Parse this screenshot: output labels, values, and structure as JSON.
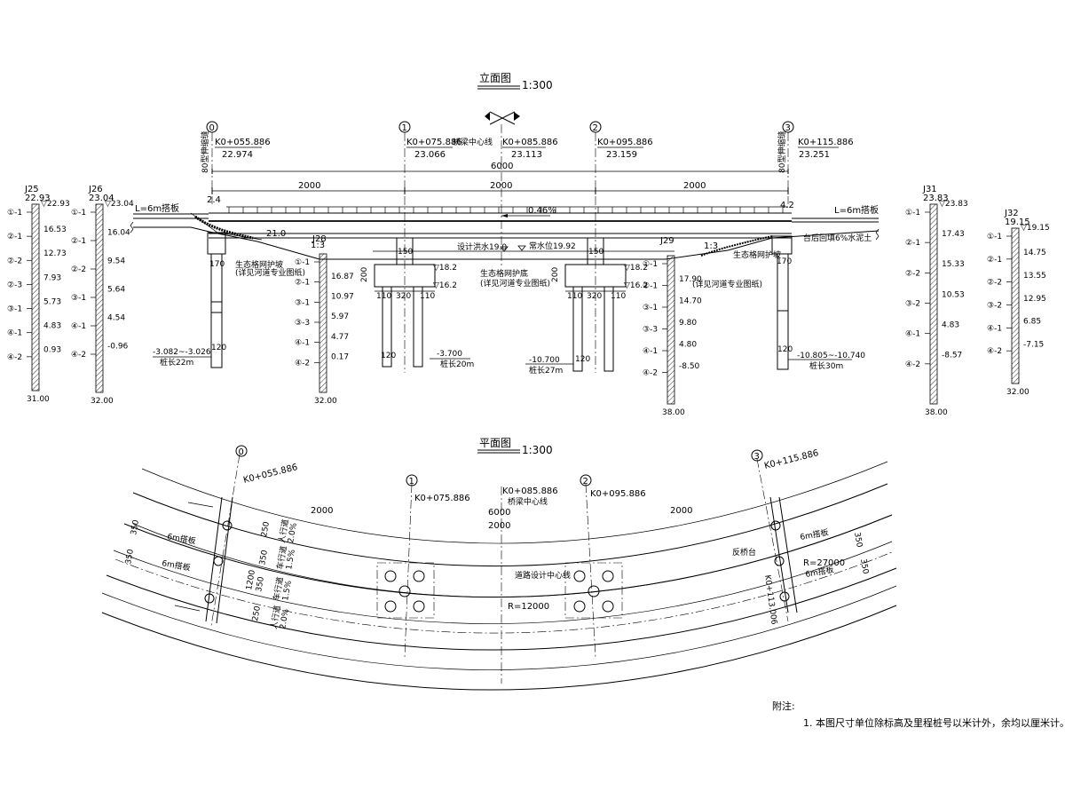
{
  "elevation": {
    "title": "立面图",
    "scale": "1:300",
    "axes": [
      {
        "num": "0",
        "station": "K0+055.886",
        "elev": "22.974"
      },
      {
        "num": "1",
        "station": "K0+075.886",
        "elev": "23.066"
      },
      {
        "num": "2",
        "station": "K0+095.886",
        "elev": "23.159"
      },
      {
        "num": "3",
        "station": "K0+115.886",
        "elev": "23.251"
      }
    ],
    "center_label": "桥梁中心线",
    "center_station": "K0+085.886",
    "center_elev": "23.113",
    "expansion_joint": "80型伸缩缝",
    "total_span": "6000",
    "spans": [
      "2000",
      "2000",
      "2000"
    ],
    "approach_slab": "L=6m搭板",
    "slope": "0.46%",
    "ratio": "1:3",
    "abut_offsets": [
      "2.4",
      "4.2"
    ],
    "top_elev": "21.0",
    "design_flood": "设计洪水19.0",
    "normal_water": "常水位19.92",
    "eco_left": "生态格网护坡",
    "eco_left_note": "(详见河道专业图纸)",
    "eco_mid": "生态格网护底",
    "eco_mid_note": "(详见河道专业图纸)",
    "eco_right": "生态格网护坡",
    "eco_right_note": "(详见河道专业图纸)",
    "abut_note": "台后回填6%水泥土",
    "pier_dims": [
      "150",
      "200",
      "110",
      "320",
      "110"
    ],
    "pier_top": "▽18.2",
    "pier_cap_bottom": "▽16.2",
    "pile_width_120": "120",
    "pile_width_170": "170",
    "pile_tips": [
      {
        "elev": "-3.082~-3.026",
        "len": "桩长22m"
      },
      {
        "elev": "-3.700",
        "len": "桩长20m"
      },
      {
        "elev": "-10.700",
        "len": "桩长27m"
      },
      {
        "elev": "-10.805~-10.740",
        "len": "桩长30m"
      }
    ]
  },
  "boreholes": [
    {
      "id": "J25",
      "top": "22.93",
      "top_r": "22.93",
      "bottom": "31.00",
      "layers": [
        "①-1",
        "②-1",
        "②-2",
        "②-3",
        "③-1",
        "④-1",
        "④-2"
      ],
      "values": [
        "16.53",
        "12.73",
        "7.93",
        "5.73",
        "4.83",
        "0.93"
      ]
    },
    {
      "id": "J26",
      "top": "23.04",
      "top_r": "23.04",
      "bottom": "32.00",
      "layers": [
        "①-1",
        "②-1",
        "②-2",
        "③-1",
        "④-1",
        "④-2"
      ],
      "values": [
        "16.04",
        "9.54",
        "5.64",
        "4.54",
        "-0.96"
      ]
    },
    {
      "id": "J28",
      "top": "",
      "bottom": "32.00",
      "layers": [
        "①-1",
        "②-1",
        "③-1",
        "③-3",
        "④-1",
        "④-2"
      ],
      "values": [
        "16.87",
        "10.97",
        "5.97",
        "4.77",
        "0.17"
      ]
    },
    {
      "id": "J29",
      "top": "",
      "bottom": "38.00",
      "layers": [
        "①-1",
        "②-1",
        "③-1",
        "③-3",
        "④-1",
        "④-2"
      ],
      "values": [
        "17.90",
        "14.70",
        "9.80",
        "4.80",
        "-8.50"
      ]
    },
    {
      "id": "J31",
      "top": "23.83",
      "top_r": "23.83",
      "bottom": "38.00",
      "layers": [
        "①-1",
        "②-1",
        "②-2",
        "③-2",
        "④-1",
        "④-2"
      ],
      "values": [
        "17.43",
        "15.33",
        "10.53",
        "4.83",
        "-8.57"
      ]
    },
    {
      "id": "J32",
      "top": "19.15",
      "top_r": "19.15",
      "bottom": "32.00",
      "layers": [
        "①-1",
        "②-1",
        "②-2",
        "③-2",
        "④-1",
        "④-2"
      ],
      "values": [
        "14.75",
        "13.55",
        "12.95",
        "6.85",
        "-7.15"
      ]
    }
  ],
  "plan": {
    "title": "平面图",
    "scale": "1:300",
    "axes": [
      {
        "num": "0",
        "station": "K0+055.886"
      },
      {
        "num": "1",
        "station": "K0+075.886"
      },
      {
        "num": "2",
        "station": "K0+095.886"
      },
      {
        "num": "3",
        "station": "K0+115.886"
      }
    ],
    "center_station": "K0+085.886",
    "center_label": "桥梁中心线",
    "total": "6000",
    "spans": [
      "2000",
      "2000",
      "2000"
    ],
    "road_center": "道路设计中心线",
    "radius_inner": "R=12000",
    "radius_outer": "R=27000",
    "slab_left": "6m搭板",
    "slab_right": "6m搭板",
    "widths": [
      "350",
      "350",
      "250",
      "350",
      "350",
      "250",
      "1200",
      "350"
    ],
    "lanes": [
      {
        "name": "人行道",
        "slope": "2.0%"
      },
      {
        "name": "车行道",
        "slope": "1.5%"
      },
      {
        "name": "车行道",
        "slope": "1.5%"
      },
      {
        "name": "人行道",
        "slope": "2.0%"
      }
    ],
    "abut_edge": "反桥台",
    "abut_station": "K0+113.006"
  },
  "notes": {
    "heading": "附注:",
    "items": [
      "1. 本图尺寸单位除标高及里程桩号以米计外，余均以厘米计。"
    ]
  }
}
